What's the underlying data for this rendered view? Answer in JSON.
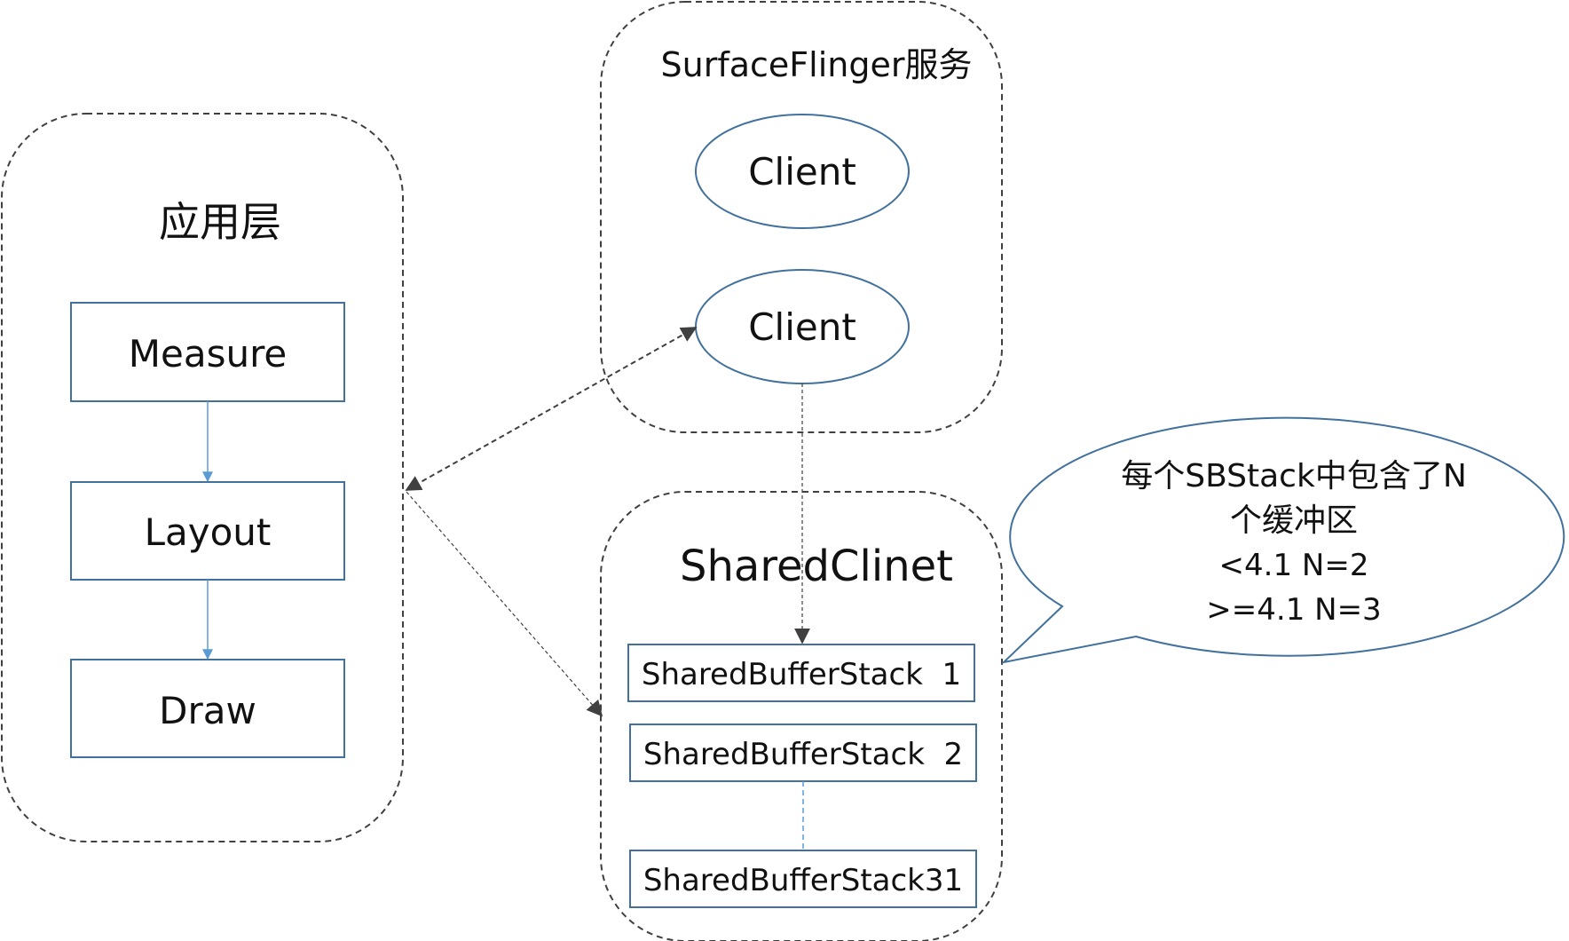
{
  "app_layer": {
    "title": "应用层",
    "steps": [
      "Measure",
      "Layout",
      "Draw"
    ]
  },
  "surfaceflinger": {
    "title": "SurfaceFlinger服务",
    "clients": [
      "Client",
      "Client"
    ]
  },
  "shared_client": {
    "title": "SharedClinet",
    "stacks": [
      "SharedBufferStack  1",
      "SharedBufferStack  2",
      "SharedBufferStack31"
    ]
  },
  "callout": {
    "lines": [
      "每个SBStack中包含了N",
      "个缓冲区",
      "<4.1 N=2",
      ">=4.1 N=3"
    ]
  },
  "colors": {
    "box_border": "#41719c",
    "link_blue": "#5b9bd5",
    "dashed_border": "#404040",
    "text": "#111111"
  }
}
